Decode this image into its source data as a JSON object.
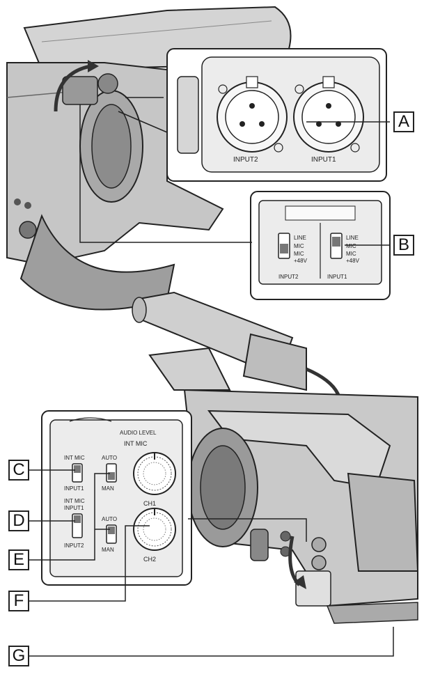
{
  "callouts": {
    "a": "A",
    "b": "B",
    "c": "C",
    "d": "D",
    "e": "E",
    "f": "F",
    "g": "G"
  },
  "panel_inputs": {
    "input2_label": "INPUT2",
    "input1_label": "INPUT1"
  },
  "panel_switches": {
    "line": "LINE",
    "mic": "MIC",
    "mic_48v_line1": "MIC",
    "mic_48v_line2": "+48V",
    "input2": "INPUT2",
    "input1": "INPUT1"
  },
  "panel_audio": {
    "title": "AUDIO LEVEL",
    "int_mic_top": "INT MIC",
    "int_mic_c": "INT MIC",
    "input1_c": "INPUT1",
    "int_mic_d": "INT MIC",
    "input1_d": "INPUT1",
    "input2_d": "INPUT2",
    "auto_1": "AUTO",
    "man_1": "MAN",
    "auto_2": "AUTO",
    "man_2": "MAN",
    "ch1": "CH1",
    "ch2": "CH2"
  },
  "colors": {
    "line": "#222222",
    "body_gray": "#c9c9c9",
    "dark_gray": "#8a8a8a",
    "panel_fill": "#e6e6e6"
  }
}
